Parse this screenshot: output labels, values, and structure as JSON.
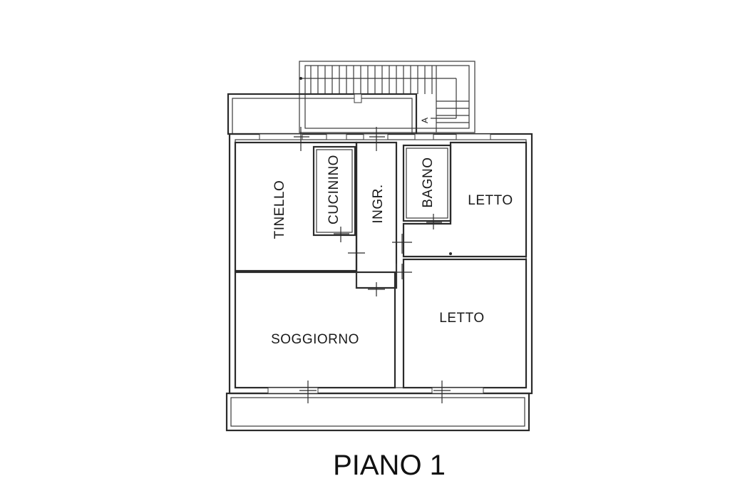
{
  "plan": {
    "title": "PIANO 1",
    "rooms": {
      "tinello": "TINELLO",
      "cucinino": "CUCININO",
      "ingresso": "INGR.",
      "bagno": "BAGNO",
      "letto_1": "LETTO",
      "letto_2": "LETTO",
      "soggiorno": "SOGGIORNO"
    },
    "stair_marker": "A"
  }
}
